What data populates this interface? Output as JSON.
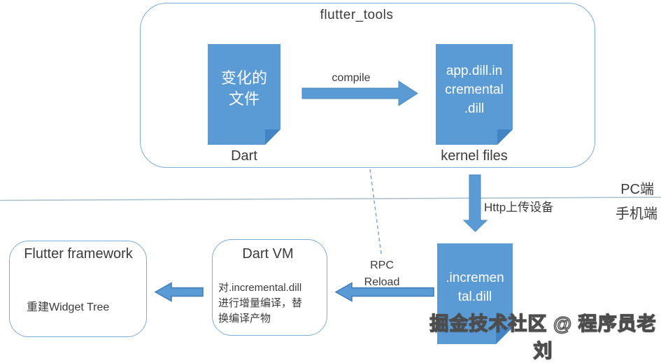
{
  "colors": {
    "shape_blue": "#5b9bd5",
    "fold_blue": "#4384c4",
    "box_border_blue": "#7badd9",
    "divider_line": "#a9bfce",
    "dashed_line": "#7fa8d0",
    "text_dark": "#3b3b3b",
    "doc_text_white": "#ffffff"
  },
  "pc_side": {
    "container_title": "flutter_tools",
    "changed_files_doc_text": "变化的\n文件",
    "changed_files_caption": "Dart",
    "compile_arrow_label": "compile",
    "kernel_doc_text": "app.dill.in\ncremental\n.dill",
    "kernel_doc_caption": "kernel files"
  },
  "divider": {
    "pc_label": "PC端",
    "mobile_label": "手机端",
    "upload_arrow_label": "Http上传设备"
  },
  "mobile_side": {
    "incremental_doc_text": ".incremen\ntal.dill",
    "rpc_arrow_label": "RPC\nReload",
    "dart_vm_title": "Dart VM",
    "dart_vm_body": "对.incremental.dill\n进行增量编译，替\n换编译产物",
    "flutter_framework_title": "Flutter framework",
    "flutter_framework_body": "重建Widget Tree"
  },
  "watermark": "掘金技术社区 @ 程序员老刘"
}
